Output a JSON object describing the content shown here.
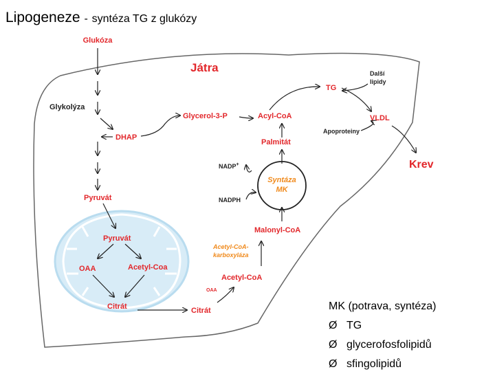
{
  "title": {
    "main": "Lipogeneze",
    "separator": "-",
    "sub": "syntéza TG z glukózy"
  },
  "diagram": {
    "glukoza": "Glukóza",
    "jatra": "Játra",
    "glykolyza": "Glykolýza",
    "dhap": "DHAP",
    "pyruvat_out": "Pyruvát",
    "pyruvat_in": "Pyruvát",
    "oaa_in": "OAA",
    "acetyl_coa_in": "Acetyl-Coa",
    "citrat_in": "Citrát",
    "citrat_out": "Citrát",
    "oaa_out": "OAA",
    "acetyl_coa_out": "Acetyl-CoA",
    "enzyme_line1": "Acetyl-CoA-",
    "enzyme_line2": "karboxyláza",
    "malonyl_coa": "Malonyl-CoA",
    "syntaza_line1": "Syntáza",
    "syntaza_line2": "MK",
    "nadp": "NADP",
    "nadp_sup": "+",
    "nadph": "NADPH",
    "palmitat": "Palmitát",
    "acyl_coa": "Acyl-CoA",
    "glycerol_3p": "Glycerol-3-P",
    "tg": "TG",
    "dalsi_line1": "Další",
    "dalsi_line2": "lipidy",
    "vldl": "VLDL",
    "apoproteiny": "Apoproteiny",
    "krev": "Krev"
  },
  "mk_box": {
    "heading": "MK (potrava, syntéza)",
    "bullet": "Ø",
    "items": [
      "TG",
      "glycerofosfolipidů",
      "sfingolipidů"
    ]
  },
  "colors": {
    "accent_red": "#e2272b",
    "enzyme_orange": "#f08a1c",
    "mitochondria_fill": "#d8ecf7",
    "mitochondria_stroke": "#b9dcef"
  }
}
